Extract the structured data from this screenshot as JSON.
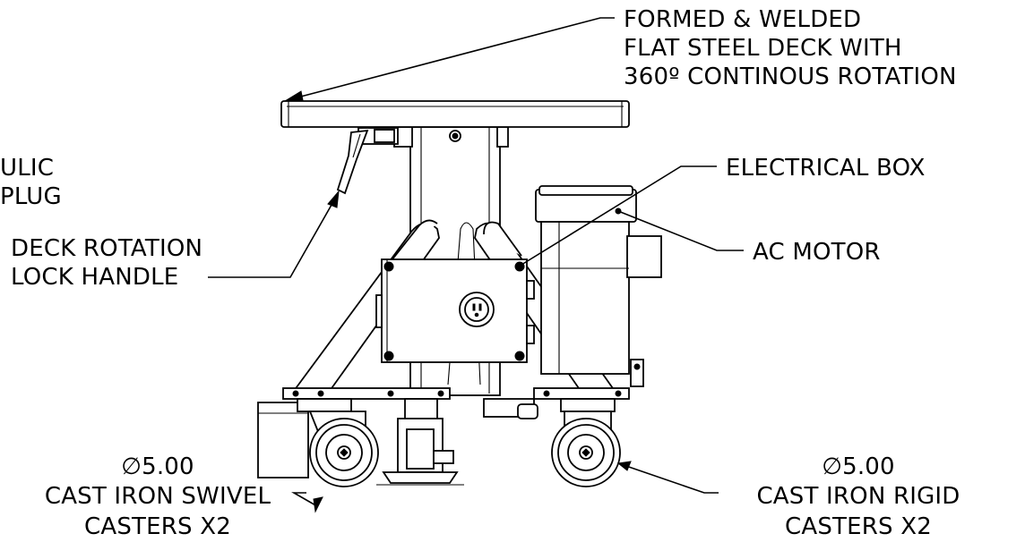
{
  "callouts": {
    "deck": [
      "FORMED & WELDED",
      "FLAT STEEL DECK WITH",
      "360º CONTINOUS ROTATION"
    ],
    "hydraulic": [
      "ULIC",
      "PLUG"
    ],
    "lock_handle": [
      "DECK ROTATION",
      "LOCK HANDLE"
    ],
    "electrical_box": "ELECTRICAL BOX",
    "ac_motor": "AC MOTOR",
    "swivel_casters": {
      "diameter": "5.00",
      "lines": [
        "CAST IRON SWIVEL",
        "CASTERS X2"
      ]
    },
    "rigid_casters": {
      "diameter": "5.00",
      "lines": [
        "CAST IRON RIGID",
        "CASTERS X2"
      ]
    }
  },
  "symbols": {
    "diameter": "∅"
  }
}
